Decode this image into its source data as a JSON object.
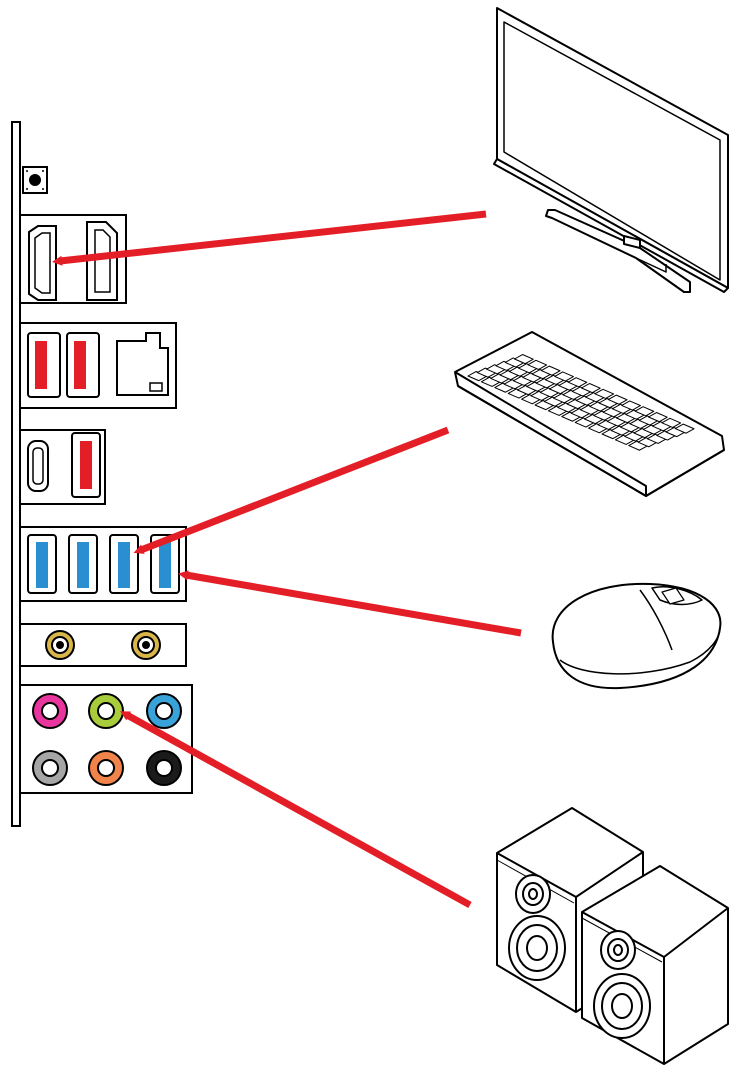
{
  "panel": {
    "hdmi_label": "",
    "colors": {
      "usb2": "#e41e26",
      "usb3": "#2a8fd0",
      "antenna": "#d8b64a",
      "arrow": "#e41e26"
    },
    "audio_jacks": [
      {
        "name": "rear-speaker-jack",
        "color": "#e8369e"
      },
      {
        "name": "line-out-jack",
        "color": "#a8cc3c"
      },
      {
        "name": "line-in-jack",
        "color": "#39a2d8"
      },
      {
        "name": "side-speaker-jack",
        "color": "#a6a6a6"
      },
      {
        "name": "center-sub-jack",
        "color": "#f0844a"
      },
      {
        "name": "spdif-jack",
        "color": "#1b1b1b"
      }
    ]
  },
  "devices": [
    "monitor",
    "keyboard",
    "mouse",
    "speakers"
  ],
  "connections": [
    {
      "from": "monitor",
      "to": "hdmi-port"
    },
    {
      "from": "keyboard",
      "to": "usb3-port-3"
    },
    {
      "from": "mouse",
      "to": "usb3-port-4"
    },
    {
      "from": "speakers",
      "to": "line-out-jack"
    }
  ]
}
